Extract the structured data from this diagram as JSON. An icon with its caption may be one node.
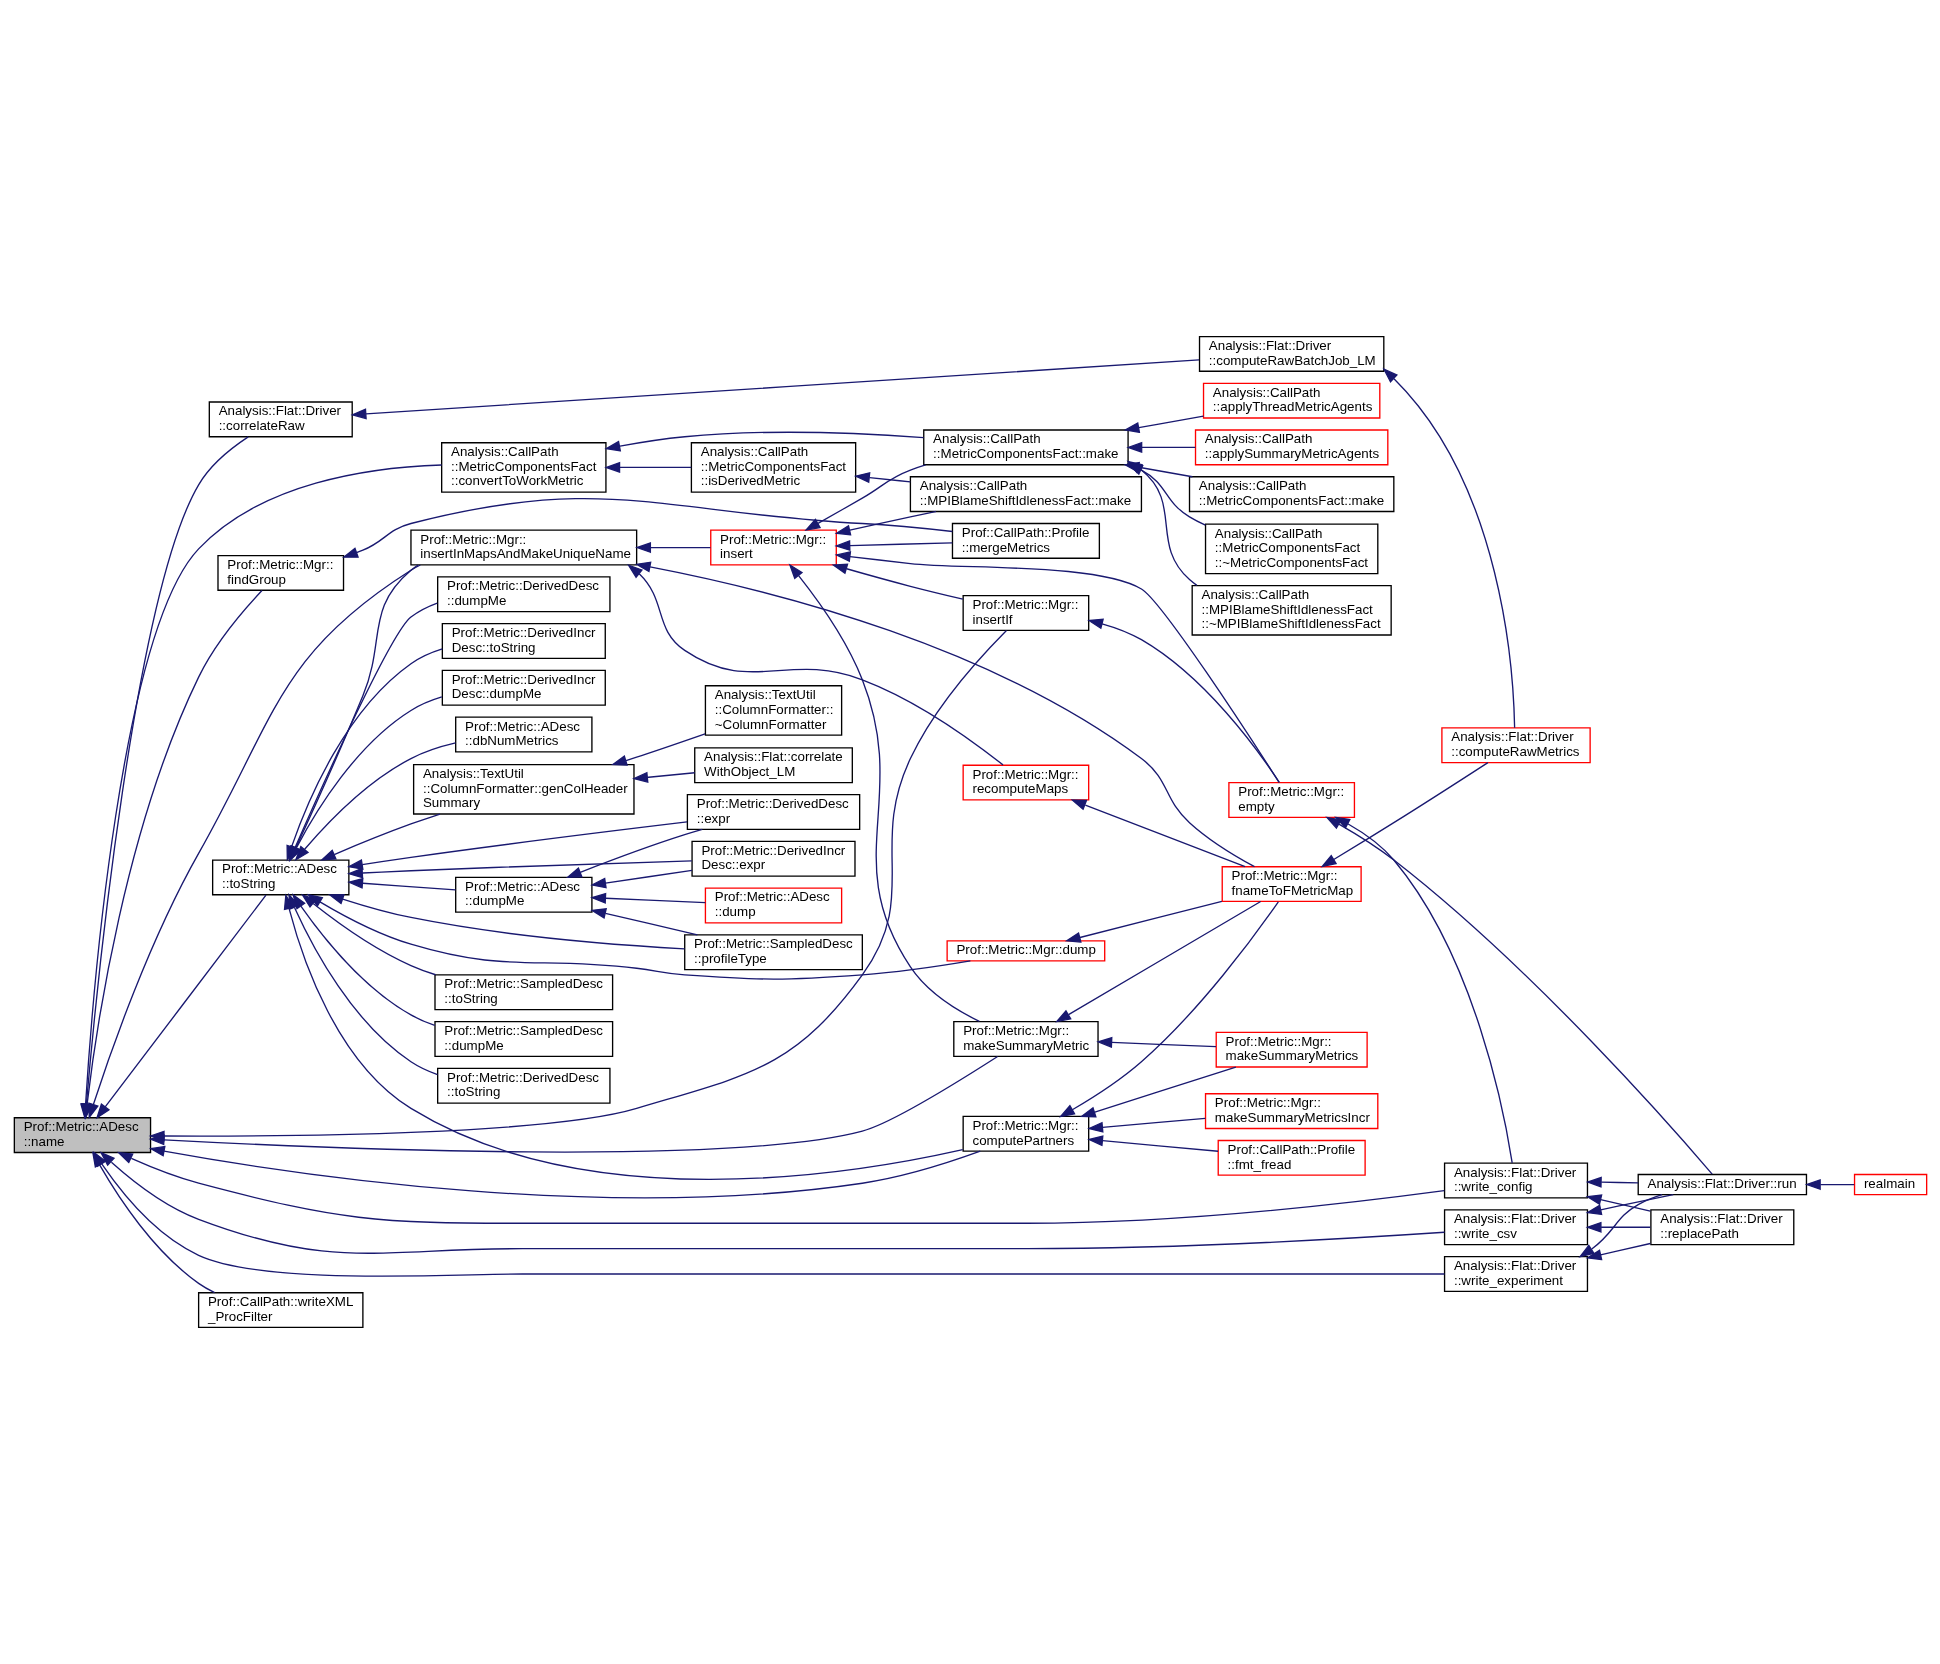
{
  "diagram": {
    "nodes": [
      {
        "text": [
          "Prof::Metric::ADesc ::name"
        ]
      },
      {
        "text": [
          "Analysis::Flat::Driver ::correlateRaw"
        ]
      },
      {
        "text": [
          "Analysis::Flat::Driver ::computeRawBatchJob_LM"
        ]
      },
      {
        "text": [
          "Analysis::Flat::Driver ::computeRawMetrics"
        ]
      },
      {
        "text": [
          "Analysis::CallPath ::MetricComponentsFact ::convertToWorkMetric"
        ]
      },
      {
        "text": [
          "Analysis::CallPath ::MetricComponentsFact::make"
        ]
      },
      {
        "text": [
          "Analysis::CallPath ::applySummaryMetricAgents"
        ]
      },
      {
        "text": [
          "Analysis::CallPath ::MetricComponentsFact::make"
        ]
      },
      {
        "text": [
          "Analysis::CallPath ::MetricComponentsFact ::~MetricComponentsFact"
        ]
      },
      {
        "text": [
          "Analysis::CallPath ::MPIBlameShiftIdlenessFact ::~MPIBlameShiftIdlenessFact"
        ]
      },
      {
        "text": [
          "Analysis::CallPath ::applyThreadMetricAgents"
        ]
      },
      {
        "text": [
          "Analysis::CallPath ::MetricComponentsFact ::isDerivedMetric"
        ]
      },
      {
        "text": [
          "Analysis::CallPath ::MPIBlameShiftIdlenessFact::make"
        ]
      },
      {
        "text": [
          "Prof::Metric::Mgr:: computePartners"
        ]
      },
      {
        "text": [
          "Prof::Metric::Mgr:: makeSummaryMetricsIncr"
        ]
      },
      {
        "text": [
          "Prof::CallPath::Profile ::fmt_fread"
        ]
      },
      {
        "text": [
          "Prof::Metric::Mgr:: makeSummaryMetric"
        ]
      },
      {
        "text": [
          "Prof::Metric::Mgr:: makeSummaryMetrics"
        ]
      },
      {
        "text": [
          "Prof::Metric::Mgr:: findGroup"
        ]
      },
      {
        "text": [
          "Prof::Metric::Mgr:: insertInMapsAndMakeUniqueName"
        ]
      },
      {
        "text": [
          "Prof::Metric::Mgr:: insert"
        ]
      },
      {
        "text": [
          "Prof::CallPath::Profile ::mergeMetrics"
        ]
      },
      {
        "text": [
          "Prof::Metric::Mgr:: fnameToFMetricMap"
        ]
      },
      {
        "text": [
          "Prof::Metric::Mgr:: recomputeMaps"
        ]
      },
      {
        "text": [
          "Prof::Metric::DerivedDesc ::dumpMe"
        ]
      },
      {
        "text": [
          "Prof::Metric::DerivedIncr Desc::toString"
        ]
      },
      {
        "text": [
          "Prof::Metric::DerivedIncr Desc::dumpMe"
        ]
      },
      {
        "text": [
          "Prof::Metric::ADesc ::dbNumMetrics"
        ]
      },
      {
        "text": [
          "Analysis::TextUtil ::ColumnFormatter::genColHeader Summary"
        ]
      },
      {
        "text": [
          "Analysis::TextUtil ::ColumnFormatter:: ~ColumnFormatter"
        ]
      },
      {
        "text": [
          "Analysis::Flat::correlate WithObject_LM"
        ]
      },
      {
        "text": [
          "Prof::Metric::ADesc ::toString"
        ]
      },
      {
        "text": [
          "Prof::Metric::Mgr::dump"
        ]
      },
      {
        "text": [
          "Prof::Metric::DerivedIncr Desc::expr"
        ]
      },
      {
        "text": [
          "Prof::Metric::SampledDesc ::profileType"
        ]
      },
      {
        "text": [
          "Prof::Metric::ADesc ::dumpMe"
        ]
      },
      {
        "text": [
          "Prof::Metric::ADesc ::dump"
        ]
      },
      {
        "text": [
          "Prof::Metric::DerivedDesc ::expr"
        ]
      },
      {
        "text": [
          "Prof::Metric::SampledDesc ::toString"
        ]
      },
      {
        "text": [
          "Prof::Metric::SampledDesc ::dumpMe"
        ]
      },
      {
        "text": [
          "Prof::Metric::DerivedDesc ::toString"
        ]
      },
      {
        "text": [
          "Prof::Metric::Mgr:: insertIf"
        ]
      },
      {
        "text": [
          "Prof::Metric::Mgr:: empty"
        ]
      },
      {
        "text": [
          "Analysis::Flat::Driver ::write_config"
        ]
      },
      {
        "text": [
          "Analysis::Flat::Driver ::write_csv"
        ]
      },
      {
        "text": [
          "Analysis::Flat::Driver ::write_experiment"
        ]
      },
      {
        "text": [
          "Analysis::Flat::Driver::run"
        ]
      },
      {
        "text": [
          "Analysis::Flat::Driver ::replacePath"
        ]
      },
      {
        "text": [
          "realmain"
        ]
      },
      {
        "text": [
          "Prof::CallPath::writeXML _ProcFilter"
        ]
      }
    ],
    "edges": [
      {
        "from": 1,
        "to": 0,
        "arrow": "to"
      },
      {
        "from": 4,
        "to": 0,
        "arrow": "to"
      },
      {
        "from": 16,
        "to": 0,
        "arrow": "to"
      },
      {
        "from": 13,
        "to": 0,
        "arrow": "to"
      },
      {
        "from": 18,
        "to": 0,
        "arrow": "to"
      },
      {
        "from": 19,
        "to": 0,
        "arrow": "to"
      },
      {
        "from": 31,
        "to": 0,
        "arrow": "to"
      },
      {
        "from": 41,
        "to": 0,
        "arrow": "to"
      },
      {
        "from": 43,
        "to": 0,
        "arrow": "to"
      },
      {
        "from": 44,
        "to": 0,
        "arrow": "to"
      },
      {
        "from": 45,
        "to": 0,
        "arrow": "to"
      },
      {
        "from": 49,
        "to": 0,
        "arrow": "to"
      },
      {
        "from": 2,
        "to": 1,
        "arrow": "to"
      },
      {
        "from": 3,
        "to": 2,
        "arrow": "to"
      },
      {
        "from": 3,
        "to": 22,
        "arrow": "to"
      },
      {
        "from": 5,
        "to": 4,
        "arrow": "to"
      },
      {
        "from": 11,
        "to": 4,
        "arrow": "to"
      },
      {
        "from": 12,
        "to": 11,
        "arrow": "to"
      },
      {
        "from": 6,
        "to": 5,
        "arrow": "to"
      },
      {
        "from": 7,
        "to": 5,
        "arrow": "to"
      },
      {
        "from": 8,
        "to": 5,
        "arrow": "to"
      },
      {
        "from": 9,
        "to": 5,
        "arrow": "to"
      },
      {
        "from": 10,
        "to": 5,
        "arrow": "to"
      },
      {
        "from": 14,
        "to": 13,
        "arrow": "to"
      },
      {
        "from": 15,
        "to": 13,
        "arrow": "to"
      },
      {
        "from": 17,
        "to": 13,
        "arrow": "to"
      },
      {
        "from": 22,
        "to": 13,
        "arrow": "to"
      },
      {
        "from": 13,
        "to": 31,
        "arrow": "to"
      },
      {
        "from": 17,
        "to": 16,
        "arrow": "to"
      },
      {
        "from": 22,
        "to": 16,
        "arrow": "to"
      },
      {
        "from": 21,
        "to": 18,
        "arrow": "to"
      },
      {
        "from": 20,
        "to": 19,
        "arrow": "to"
      },
      {
        "from": 23,
        "to": 19,
        "arrow": "to"
      },
      {
        "from": 22,
        "to": 19,
        "arrow": "to"
      },
      {
        "from": 19,
        "to": 31,
        "arrow": "to"
      },
      {
        "from": 5,
        "to": 20,
        "arrow": "to"
      },
      {
        "from": 12,
        "to": 20,
        "arrow": "to"
      },
      {
        "from": 16,
        "to": 20,
        "arrow": "to"
      },
      {
        "from": 42,
        "to": 20,
        "arrow": "to"
      },
      {
        "from": 21,
        "to": 20,
        "arrow": "to"
      },
      {
        "from": 41,
        "to": 20,
        "arrow": "to"
      },
      {
        "from": 22,
        "to": 23,
        "arrow": "to"
      },
      {
        "from": 22,
        "to": 32,
        "arrow": "to"
      },
      {
        "from": 24,
        "to": 31,
        "arrow": "to"
      },
      {
        "from": 25,
        "to": 31,
        "arrow": "to"
      },
      {
        "from": 26,
        "to": 31,
        "arrow": "to"
      },
      {
        "from": 27,
        "to": 31,
        "arrow": "to"
      },
      {
        "from": 28,
        "to": 31,
        "arrow": "to"
      },
      {
        "from": 29,
        "to": 28,
        "arrow": "to"
      },
      {
        "from": 30,
        "to": 28,
        "arrow": "to"
      },
      {
        "from": 32,
        "to": 31,
        "arrow": "to"
      },
      {
        "from": 33,
        "to": 31,
        "arrow": "to"
      },
      {
        "from": 34,
        "to": 31,
        "arrow": "to"
      },
      {
        "from": 35,
        "to": 31,
        "arrow": "to"
      },
      {
        "from": 37,
        "to": 31,
        "arrow": "to"
      },
      {
        "from": 38,
        "to": 31,
        "arrow": "to"
      },
      {
        "from": 39,
        "to": 31,
        "arrow": "to"
      },
      {
        "from": 40,
        "to": 31,
        "arrow": "to"
      },
      {
        "from": 33,
        "to": 35,
        "arrow": "to"
      },
      {
        "from": 34,
        "to": 35,
        "arrow": "to"
      },
      {
        "from": 36,
        "to": 35,
        "arrow": "to"
      },
      {
        "from": 37,
        "to": 35,
        "arrow": "to"
      },
      {
        "from": 42,
        "to": 41,
        "arrow": "to"
      },
      {
        "from": 46,
        "to": 42,
        "arrow": "to"
      },
      {
        "from": 43,
        "to": 42,
        "arrow": "to"
      },
      {
        "from": 46,
        "to": 43,
        "arrow": "to"
      },
      {
        "from": 47,
        "to": 43,
        "arrow": "to"
      },
      {
        "from": 46,
        "to": 44,
        "arrow": "to"
      },
      {
        "from": 47,
        "to": 44,
        "arrow": "to"
      },
      {
        "from": 46,
        "to": 45,
        "arrow": "to"
      },
      {
        "from": 47,
        "to": 45,
        "arrow": "to"
      },
      {
        "from": 48,
        "to": 46,
        "arrow": "to"
      }
    ]
  }
}
